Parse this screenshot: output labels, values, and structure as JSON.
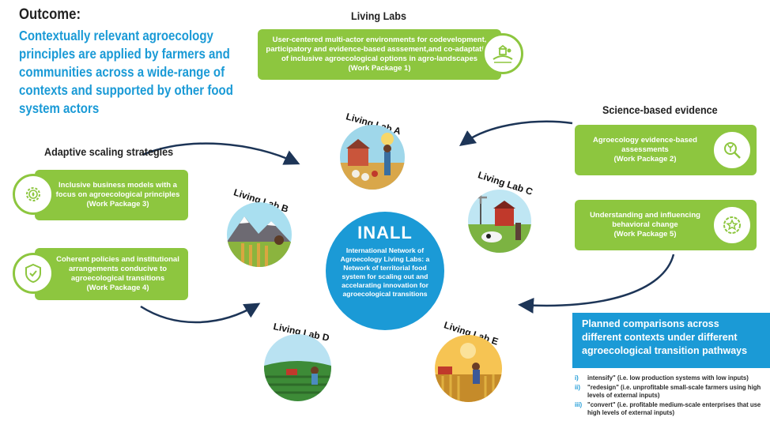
{
  "outcome": {
    "label": "Outcome:",
    "text": "Contextually relevant agroecology principles are applied by farmers and communities across a wide-range of contexts and supported by other food system actors"
  },
  "living_labs": {
    "title": "Living  Labs",
    "box_lines": [
      "User-centered multi-actor environments for codevelopment,",
      "participatory and evidence-based asssement,and co-adaptation",
      "of inclusive agroecological options in agro-landscapes",
      "(Work Package 1)"
    ]
  },
  "adaptive": {
    "title": "Adaptive scaling strategies",
    "box1_lines": [
      "Inclusive business models with a",
      "focus on agroecological principles",
      "(Work Package 3)"
    ],
    "box2_lines": [
      "Coherent policies and institutional",
      "arrangements conducive to",
      "agroecological transitions",
      "(Work Package 4)"
    ]
  },
  "science": {
    "title": "Science-based evidence",
    "box1_lines": [
      "Agroecology evidence-based",
      "assessments",
      "(Work Package 2)"
    ],
    "box2_lines": [
      "Understanding and influencing",
      "behavioral change",
      "(Work Package 5)"
    ]
  },
  "labs": {
    "a": "Living Lab A",
    "b": "Living Lab B",
    "c": "Living Lab C",
    "d": "Living Lab D",
    "e": "Living Lab E"
  },
  "inall": {
    "title": "INALL",
    "description": "International Network of Agroecology Living Labs: a Network of territorial food system for scaling out and accelarating innovation for agroecological transitions"
  },
  "comparisons": {
    "heading": "Planned comparisons across different contexts under different agroecological transition pathways",
    "items": [
      {
        "num": "i)",
        "text": "intensify\" (i.e. low production systems with low inputs)"
      },
      {
        "num": "ii)",
        "text": "\"redesign\" (i.e. unprofitable small-scale farmers using high levels of external inputs)"
      },
      {
        "num": "iii)",
        "text": "\"convert\" (i.e. profitable medium-scale enterprises that use high levels of external inputs)"
      }
    ]
  },
  "icons": {
    "wp1": "farm-landscape-icon",
    "wp2": "plant-magnifier-icon",
    "wp3": "gear-leaf-icon",
    "wp4": "shield-check-icon",
    "wp5": "star-badge-icon"
  },
  "colors": {
    "green": "#8dc63f",
    "blue": "#1b9ad6",
    "arrow": "#1d3557"
  }
}
